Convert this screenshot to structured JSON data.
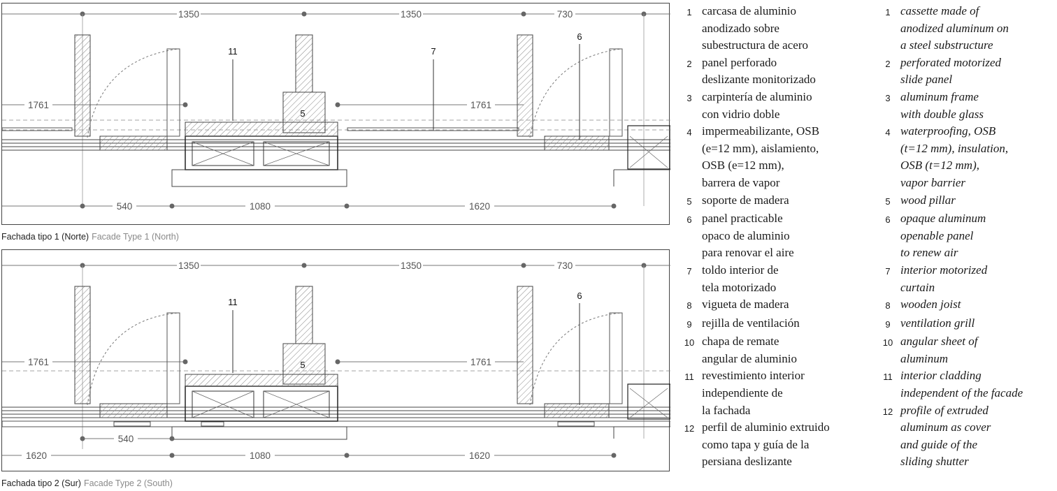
{
  "panels": [
    {
      "caption_es": "Fachada tipo 1 (Norte)",
      "caption_en": "Facade Type 1 (North)",
      "dims_top": [
        "1350",
        "1350",
        "730"
      ],
      "dims_mid": [
        "1761",
        "1761"
      ],
      "dims_bottom": [
        "540",
        "1080",
        "1620"
      ],
      "labels": [
        "11",
        "7",
        "6",
        "5"
      ]
    },
    {
      "caption_es": "Fachada tipo 2 (Sur)",
      "caption_en": "Facade Type 2 (South)",
      "dims_top": [
        "1350",
        "1350",
        "730"
      ],
      "dims_mid": [
        "1761",
        "1761"
      ],
      "dims_bottom": [
        "540",
        "1620",
        "1080",
        "1620"
      ],
      "labels": [
        "11",
        "6",
        "5"
      ]
    }
  ],
  "legend_es": [
    {
      "n": "1",
      "t": "carcasa de aluminio\nanodizado sobre\nsubestructura de acero"
    },
    {
      "n": "2",
      "t": "panel perforado\ndeslizante monitorizado"
    },
    {
      "n": "3",
      "t": "carpintería de aluminio\ncon vidrio doble"
    },
    {
      "n": "4",
      "t": "impermeabilizante, OSB\n(e=12 mm), aislamiento,\nOSB (e=12 mm),\nbarrera de vapor"
    },
    {
      "n": "5",
      "t": "soporte de madera"
    },
    {
      "n": "6",
      "t": "panel practicable\nopaco de aluminio\npara renovar el aire"
    },
    {
      "n": "7",
      "t": "toldo interior de\ntela motorizado"
    },
    {
      "n": "8",
      "t": "vigueta de madera"
    },
    {
      "n": "9",
      "t": "rejilla de ventilación"
    },
    {
      "n": "10",
      "t": "chapa de remate\nangular de aluminio"
    },
    {
      "n": "11",
      "t": "revestimiento interior\nindependiente de\nla fachada"
    },
    {
      "n": "12",
      "t": "perfil de aluminio extruido\ncomo tapa y guía de la\npersiana deslizante"
    }
  ],
  "legend_en": [
    {
      "n": "1",
      "t": "cassette made of\nanodized aluminum on\na steel substructure"
    },
    {
      "n": "2",
      "t": "perforated motorized\nslide panel"
    },
    {
      "n": "3",
      "t": "aluminum frame\nwith double glass"
    },
    {
      "n": "4",
      "t": "waterproofing, OSB\n(t=12 mm), insulation,\nOSB (t=12 mm),\nvapor barrier"
    },
    {
      "n": "5",
      "t": "wood pillar"
    },
    {
      "n": "6",
      "t": "opaque aluminum\nopenable panel\nto renew air"
    },
    {
      "n": "7",
      "t": "interior motorized\ncurtain"
    },
    {
      "n": "8",
      "t": "wooden joist"
    },
    {
      "n": "9",
      "t": "ventilation grill"
    },
    {
      "n": "10",
      "t": "angular sheet of\naluminum"
    },
    {
      "n": "11",
      "t": "interior cladding\nindependent of the facade"
    },
    {
      "n": "12",
      "t": "profile of extruded\naluminum as cover\nand guide of the\nsliding shutter"
    }
  ]
}
